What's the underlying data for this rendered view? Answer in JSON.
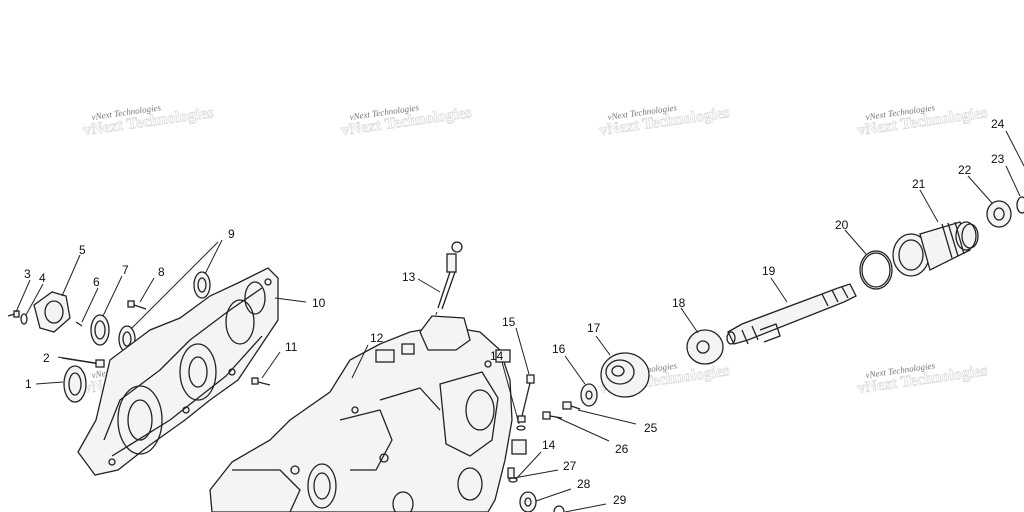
{
  "watermark": {
    "text": "vNext Technologies"
  },
  "callouts": [
    "1",
    "2",
    "3",
    "4",
    "5",
    "6",
    "7",
    "8",
    "9",
    "10",
    "11",
    "12",
    "13",
    "14",
    "14",
    "15",
    "16",
    "17",
    "18",
    "19",
    "20",
    "21",
    "22",
    "23",
    "24",
    "25",
    "26",
    "27",
    "28",
    "29"
  ]
}
